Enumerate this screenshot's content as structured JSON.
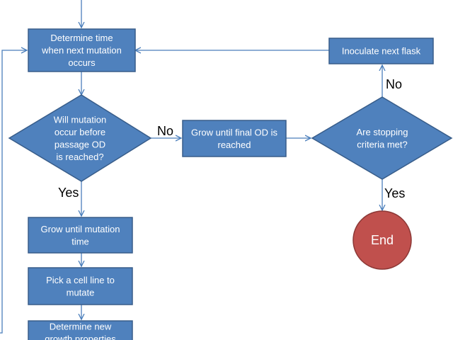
{
  "colors": {
    "box_fill": "#4f81bd",
    "box_stroke": "#385d8a",
    "connector": "#4a7ebb",
    "end_fill": "#c0504d",
    "end_stroke": "#8c3836",
    "node_text": "#ffffff",
    "label_text": "#000000"
  },
  "nodes": {
    "determine_time": {
      "lines": [
        "Determine time",
        "when next mutation",
        "occurs"
      ]
    },
    "will_mutation": {
      "lines": [
        "Will mutation",
        "occur before",
        "passage OD",
        "is reached?"
      ]
    },
    "grow_final": {
      "lines": [
        "Grow until final OD is",
        "reached"
      ]
    },
    "stopping": {
      "lines": [
        "Are stopping",
        "criteria met?"
      ]
    },
    "inoculate": {
      "lines": [
        "Inoculate next flask"
      ]
    },
    "end": {
      "label": "End"
    },
    "grow_mutation": {
      "lines": [
        "Grow until mutation",
        "time"
      ]
    },
    "pick_cell": {
      "lines": [
        "Pick a cell line to",
        "mutate"
      ]
    },
    "determine_new": {
      "lines": [
        "Determine new",
        "growth properties"
      ]
    }
  },
  "edge_labels": {
    "no_right": "No",
    "yes_down": "Yes",
    "no_up": "No",
    "yes_end": "Yes"
  }
}
